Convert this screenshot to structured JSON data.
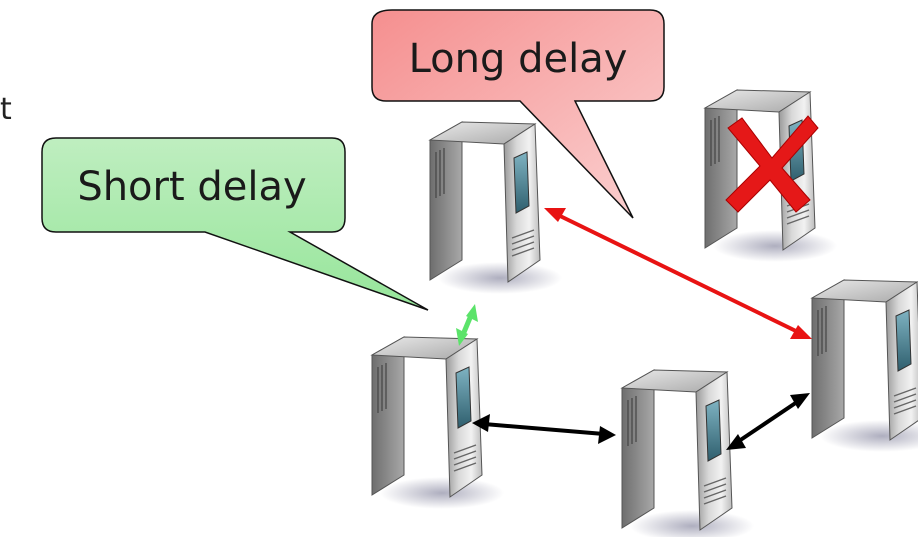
{
  "fragment_text": "t",
  "callouts": {
    "short": {
      "label": "Short delay",
      "fill_top": "#bfeec0",
      "fill_bottom": "#96e59a"
    },
    "long": {
      "label": "Long delay",
      "fill_top": "#f58f8f",
      "fill_bottom": "#fbd2d2"
    }
  },
  "servers": [
    {
      "id": "top",
      "status": "online"
    },
    {
      "id": "failed",
      "status": "failed"
    },
    {
      "id": "left",
      "status": "online"
    },
    {
      "id": "middle",
      "status": "online"
    },
    {
      "id": "right",
      "status": "online"
    }
  ],
  "links": [
    {
      "from": "top",
      "to": "left",
      "delay": "short",
      "color": "#5be36a"
    },
    {
      "from": "top",
      "to": "right",
      "delay": "long",
      "color": "#e81313"
    },
    {
      "from": "left",
      "to": "middle",
      "color": "#000000"
    },
    {
      "from": "middle",
      "to": "right",
      "color": "#000000"
    }
  ],
  "failure_mark_color": "#e51818",
  "icons": {
    "server": "server-icon",
    "failure": "red-x-icon",
    "link": "double-arrow-icon"
  }
}
